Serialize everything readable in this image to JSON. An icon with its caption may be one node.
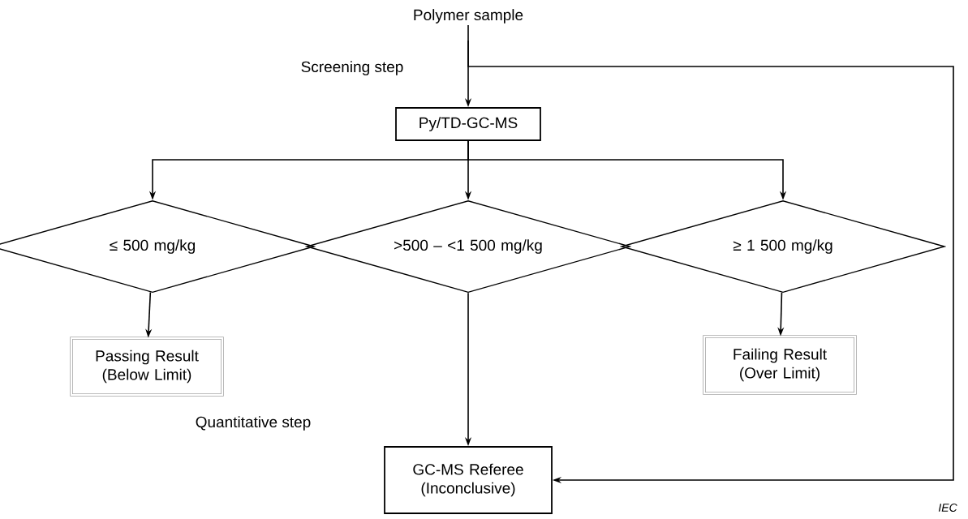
{
  "diagram": {
    "nodes": [
      {
        "text": [
          "Polymer sample"
        ]
      },
      {
        "text": [
          "Py/TD-GC-MS"
        ]
      },
      {
        "text": [
          "≤ 500 mg/kg"
        ]
      },
      {
        "text": [
          ">500 – <1 500 mg/kg"
        ]
      },
      {
        "text": [
          "≥ 1 500 mg/kg"
        ]
      },
      {
        "text": [
          "Passing Result (Below Limit)"
        ]
      },
      {
        "text": [
          "Failing Result (Over Limit)"
        ]
      },
      {
        "text": [
          "GC-MS Referee (Inconclusive)"
        ]
      }
    ],
    "edges": [
      {
        "from": 0,
        "to": 1,
        "arrow": "to"
      },
      {
        "from": 1,
        "to": 2,
        "arrow": "to"
      },
      {
        "from": 1,
        "to": 3,
        "arrow": "to"
      },
      {
        "from": 1,
        "to": 4,
        "arrow": "to"
      },
      {
        "from": 2,
        "to": 5,
        "arrow": "to"
      },
      {
        "from": 4,
        "to": 6,
        "arrow": "to"
      },
      {
        "from": 3,
        "to": 7,
        "arrow": "to"
      },
      {
        "from": 0,
        "to": 7,
        "arrow": "to"
      }
    ],
    "labels": [
      "Screening step",
      "Quantitative step",
      "IEC"
    ]
  }
}
